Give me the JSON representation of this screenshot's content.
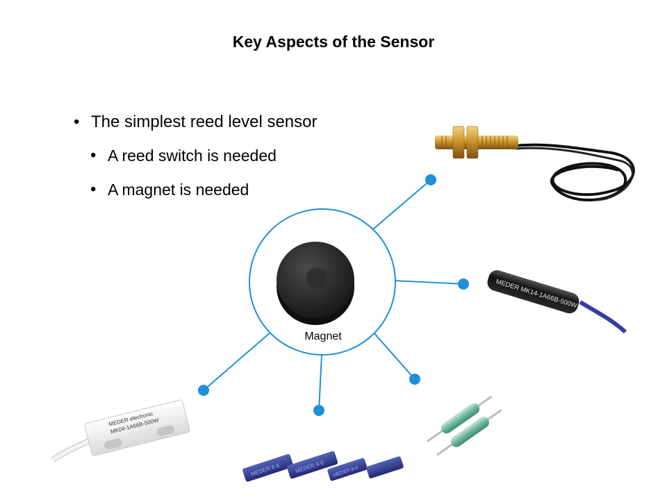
{
  "slide": {
    "title": "Key Aspects of the Sensor",
    "bullets": [
      {
        "level": 1,
        "text": "The simplest reed level sensor"
      },
      {
        "level": 2,
        "text": "A reed switch is needed"
      },
      {
        "level": 2,
        "text": "A magnet is needed"
      }
    ],
    "center_label": "Magnet",
    "sensor_images": [
      {
        "name": "threaded-brass-sensor"
      },
      {
        "name": "cylindrical-sensor",
        "print": "MEDER MK14-1A66B-500W"
      },
      {
        "name": "surface-mount-reed-switches",
        "print": "MEDER 8-6"
      },
      {
        "name": "glass-reed-switches"
      },
      {
        "name": "block-sensor",
        "print_line1": "MEDER electronic",
        "print_line2": "MK04-1A66B-500W"
      }
    ]
  },
  "colors": {
    "accent": "#1f8fd8",
    "title": "#000000"
  }
}
